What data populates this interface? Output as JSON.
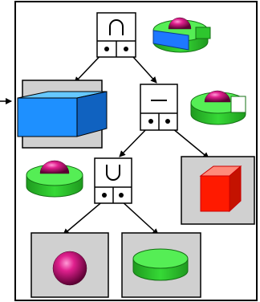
{
  "csg_tree": {
    "nodes": {
      "root": {
        "operator": "∩",
        "operator_name": "intersection"
      },
      "diff": {
        "operator": "—",
        "operator_name": "difference"
      },
      "union": {
        "operator": "∪",
        "operator_name": "union"
      }
    },
    "primitives": {
      "box": {
        "shape": "box",
        "color": "#1e90ff"
      },
      "cube": {
        "shape": "cube",
        "color": "#ff1a00"
      },
      "sphere": {
        "shape": "sphere",
        "color": "#d1007a"
      },
      "cylinder": {
        "shape": "cylinder",
        "color": "#33e033"
      }
    },
    "colors": {
      "panel_bg": "#d0d0d0",
      "edge": "#000000"
    }
  }
}
